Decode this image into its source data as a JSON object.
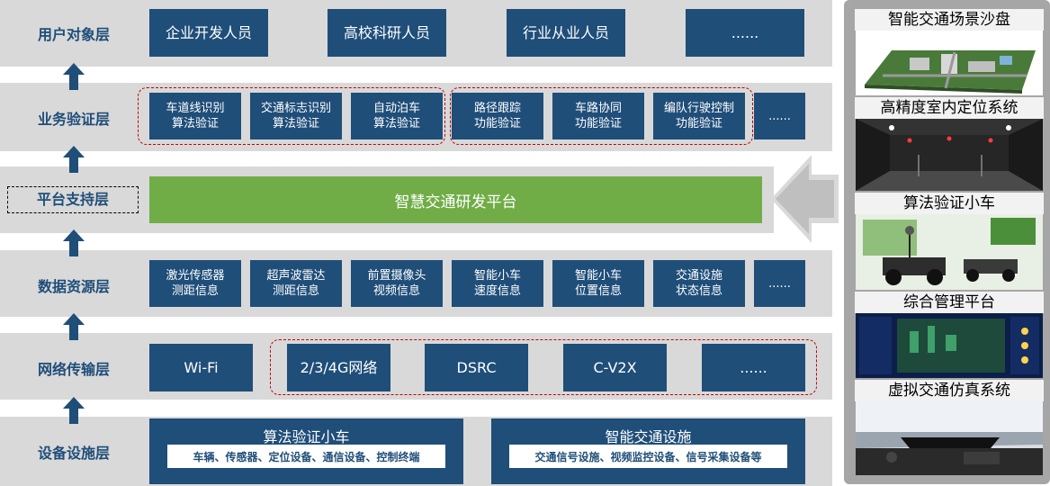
{
  "layers": {
    "user": {
      "label": "用户对象层",
      "items": [
        "企业开发人员",
        "高校科研人员",
        "行业从业人员",
        "......"
      ]
    },
    "business": {
      "label": "业务验证层",
      "items": [
        "车道线识别\n算法验证",
        "交通标志识别\n算法验证",
        "自动泊车\n算法验证",
        "路径跟踪\n功能验证",
        "车路协同\n功能验证",
        "编队行驶控制\n功能验证",
        "......"
      ]
    },
    "platform": {
      "label": "平台支持层",
      "bar": "智慧交通研发平台"
    },
    "data": {
      "label": "数据资源层",
      "items": [
        "激光传感器\n测距信息",
        "超声波雷达\n测距信息",
        "前置摄像头\n视频信息",
        "智能小车\n速度信息",
        "智能小车\n位置信息",
        "交通设施\n状态信息",
        "......"
      ]
    },
    "network": {
      "label": "网络传输层",
      "items": [
        "Wi-Fi",
        "2/3/4G网络",
        "DSRC",
        "C-V2X",
        "......"
      ]
    },
    "device": {
      "label": "设备设施层",
      "groups": [
        {
          "title": "算法验证小车",
          "sub": "车辆、传感器、定位设备、通信设备、控制终端"
        },
        {
          "title": "智能交通设施",
          "sub": "交通信号设施、视频监控设备、信号采集设备等"
        }
      ]
    }
  },
  "systems": [
    "智能交通场景沙盘",
    "高精度室内定位系统",
    "算法验证小车",
    "综合管理平台",
    "虚拟交通仿真系统"
  ],
  "colors": {
    "blue": "#1f4e79",
    "green": "#70ad47",
    "band": "#d9d9d9",
    "dashed": "#c00000",
    "arrow": "#1f4e79"
  }
}
